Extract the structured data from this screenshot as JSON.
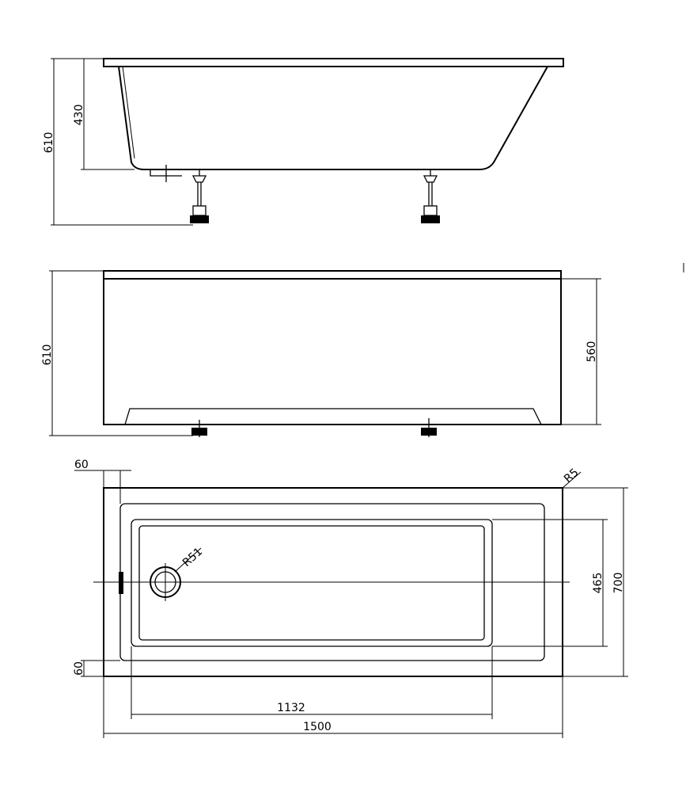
{
  "drawing": {
    "side_view": {
      "dim_total_height": "610",
      "dim_basin_depth": "430"
    },
    "front_view": {
      "dim_total_height": "610",
      "dim_panel_height": "560"
    },
    "top_view": {
      "dim_rim_top": "60",
      "dim_rim_bottom": "60",
      "dim_corner_radius": "R5",
      "dim_drain_radius": "R51",
      "dim_inner_width": "465",
      "dim_outer_width": "700",
      "dim_inner_length": "1132",
      "dim_outer_length": "1500"
    }
  }
}
